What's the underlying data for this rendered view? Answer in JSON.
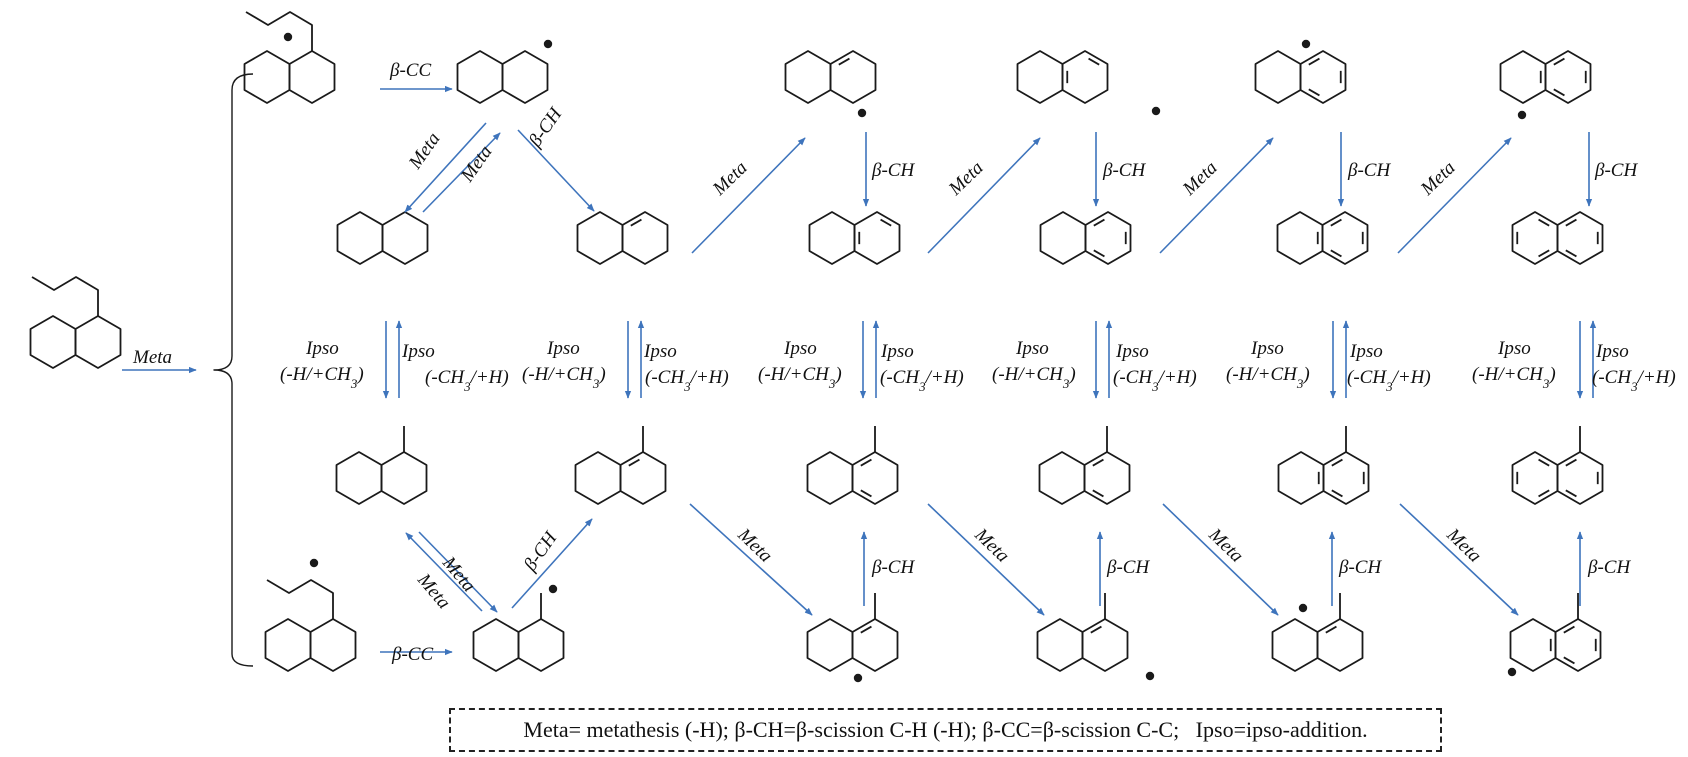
{
  "diagram": {
    "arrow_color": "#3E74BC",
    "bond_color": "#1a1a1a",
    "reactions": {
      "meta": "Meta",
      "beta_cc": "β-CC",
      "beta_ch": "β-CH",
      "ipso": "Ipso",
      "ipso_down": "(-H/+CH",
      "ipso_up": "(-CH",
      "ipso_up_tail": "/+H)",
      "sub3": "3",
      "close": ")"
    },
    "legend": "Meta= metathesis (-H); β-CH=β-scission C-H (-H); β-CC=β-scission C-C;   Ipso=ipso-addition."
  }
}
